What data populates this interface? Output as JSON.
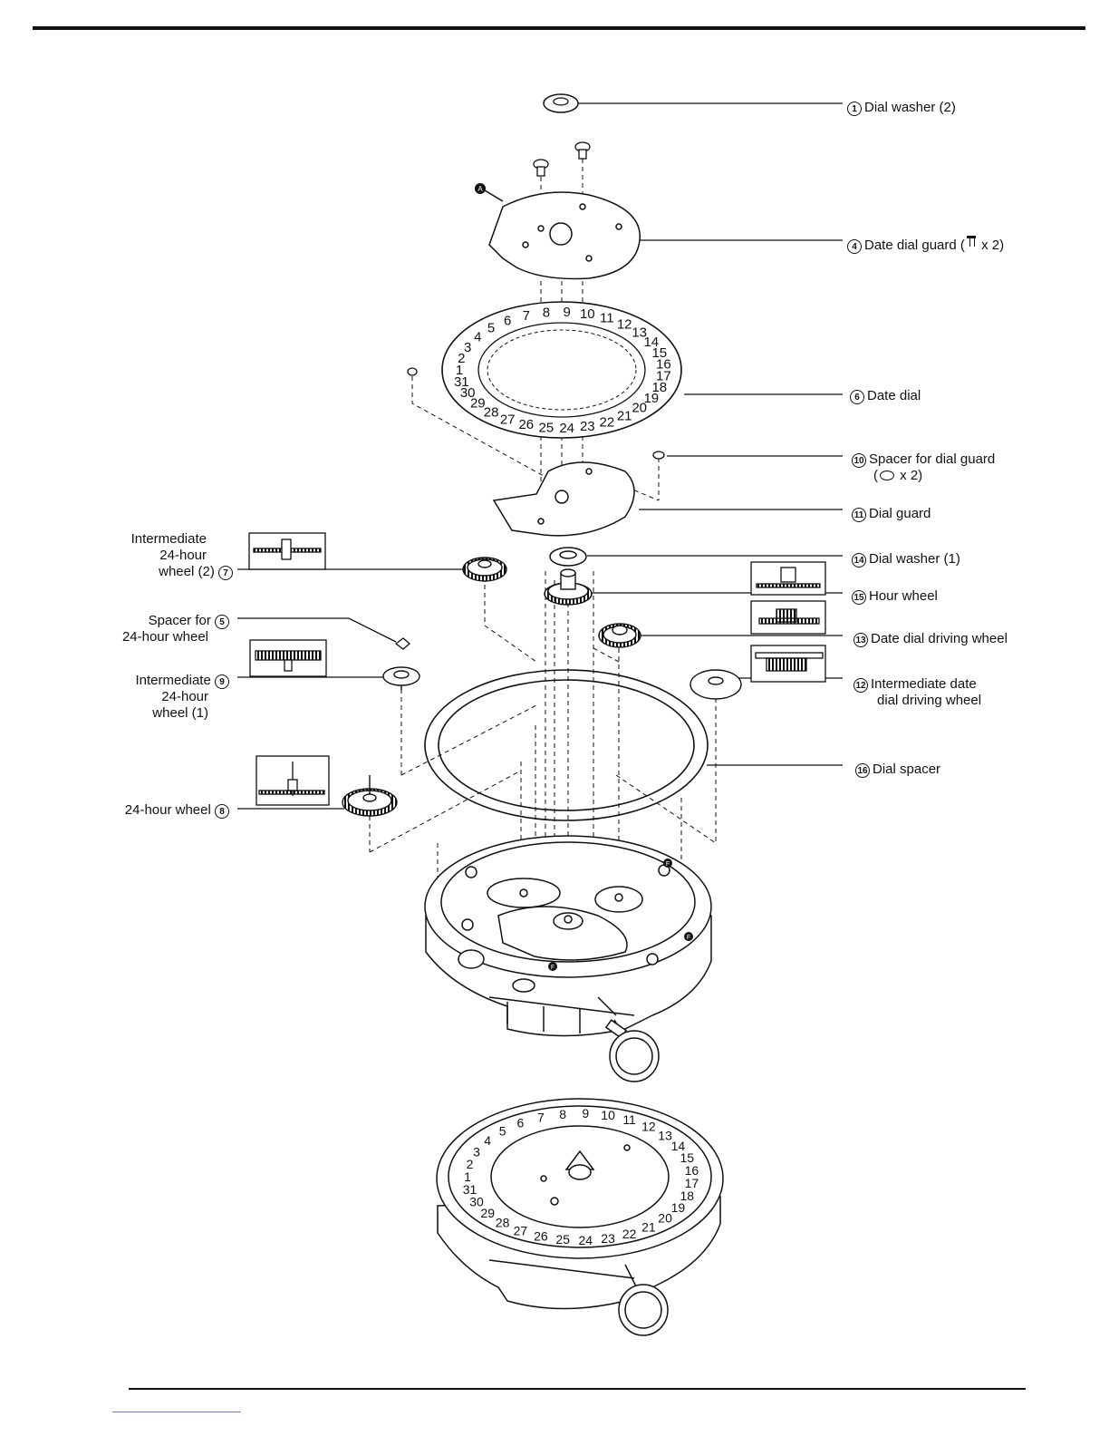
{
  "labels": {
    "dial_washer_2": {
      "num": "1",
      "text": "Dial washer (2)"
    },
    "date_dial_guard": {
      "num": "4",
      "text": "Date dial guard (",
      "suffix": " x 2)"
    },
    "date_dial": {
      "num": "6",
      "text": "Date dial"
    },
    "spacer_dial_guard": {
      "num": "10",
      "text": "Spacer for dial guard",
      "line2_prefix": "(",
      "line2_suffix": " x 2)"
    },
    "dial_guard": {
      "num": "11",
      "text": "Dial guard"
    },
    "dial_washer_1": {
      "num": "14",
      "text": "Dial washer (1)"
    },
    "hour_wheel": {
      "num": "15",
      "text": "Hour wheel"
    },
    "date_dial_driving_wheel": {
      "num": "13",
      "text": "Date dial driving wheel"
    },
    "intermediate_date_dial_driving_wheel": {
      "num": "12",
      "line1": "Intermediate date",
      "line2": "dial driving wheel"
    },
    "dial_spacer": {
      "num": "16",
      "text": "Dial spacer"
    },
    "intermediate_24h_wheel_2": {
      "num": "7",
      "line1": "Intermediate",
      "line2": "24-hour",
      "line3": "wheel (2)"
    },
    "spacer_24h_wheel": {
      "num": "5",
      "line1": "Spacer for",
      "line2": "24-hour wheel"
    },
    "intermediate_24h_wheel_1": {
      "num": "9",
      "line1": "Intermediate",
      "line2": "24-hour",
      "line3": "wheel (1)"
    },
    "wheel_24h": {
      "num": "8",
      "text": "24-hour wheel"
    }
  },
  "callouts": {
    "a": "A",
    "f": "F"
  },
  "date_numbers": [
    "1",
    "2",
    "3",
    "4",
    "5",
    "6",
    "7",
    "8",
    "9",
    "10",
    "11",
    "12",
    "13",
    "14",
    "15",
    "16",
    "17",
    "18",
    "19",
    "20",
    "21",
    "22",
    "23",
    "24",
    "25",
    "26",
    "27",
    "28",
    "29",
    "30",
    "31"
  ]
}
